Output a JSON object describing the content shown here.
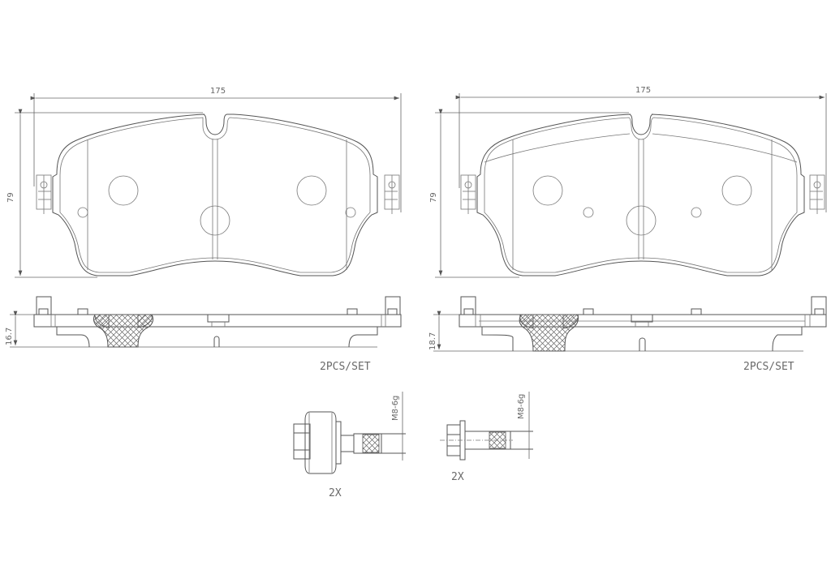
{
  "pads": [
    {
      "id": "left",
      "width_dim": "175",
      "height_dim": "79",
      "thickness_dim": "16.7",
      "qty_label": "2PCS/SET"
    },
    {
      "id": "right",
      "width_dim": "175",
      "height_dim": "79",
      "thickness_dim": "18.7",
      "qty_label": "2PCS/SET"
    }
  ],
  "bolts": [
    {
      "id": "bolt-with-bushing",
      "thread_spec": "M8-6g",
      "qty_label": "2X"
    },
    {
      "id": "flange-bolt",
      "thread_spec": "M8-6g",
      "qty_label": "2X"
    }
  ],
  "colors": {
    "line": "#555555",
    "text": "#6a6a6a",
    "background": "#ffffff"
  }
}
